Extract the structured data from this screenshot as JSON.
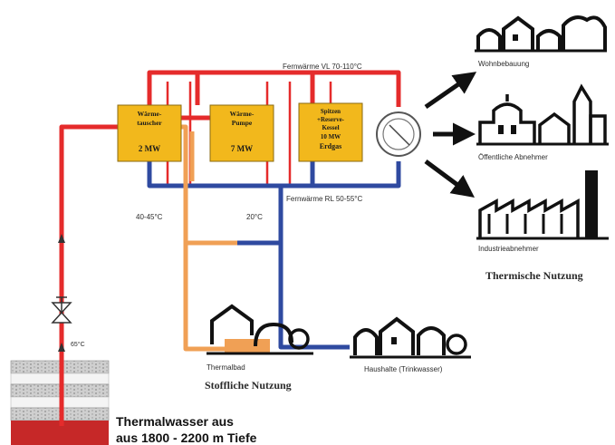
{
  "boxes": {
    "heat_exchanger": {
      "line1": "Wärme-",
      "line2": "tauscher",
      "power": "2 MW"
    },
    "heat_pump": {
      "line1": "Wärme-",
      "line2": "Pumpe",
      "power": "7 MW"
    },
    "boiler": {
      "line1": "Spitzen",
      "line2": "+Reserve-",
      "line3": "Kessel",
      "power": "10 MW",
      "fuel": "Erdgas"
    }
  },
  "labels": {
    "supply_line": "Fernwärme VL 70-110°C",
    "return_line": "Fernwärme RL 50-55°C",
    "temp_orange": "40-45°C",
    "temp_blue": "20°C",
    "temp_well": "65°C",
    "residential": "Wohnbebauung",
    "public": "Öffentliche Abnehmer",
    "industry": "Industrieabnehmer",
    "thermal_use": "Thermische Nutzung",
    "spa": "Thermalbad",
    "households": "Haushalte (Trinkwasser)",
    "material_use": "Stoffliche Nutzung",
    "source_line1": "Thermalwasser aus",
    "source_line2": "aus 1800 - 2200 m Tiefe"
  },
  "colors": {
    "hot": "#e52b2b",
    "return": "#2f4aa0",
    "warm": "#f0a055",
    "box": "#f2b81c",
    "box_border": "#8a6a10",
    "reservoir": "#c62828"
  }
}
